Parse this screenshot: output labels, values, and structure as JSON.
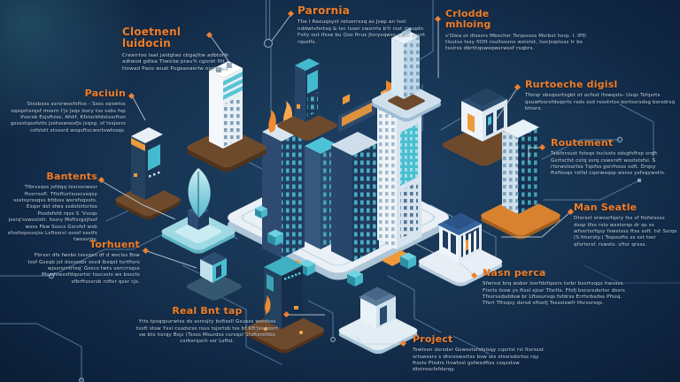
{
  "scene": {
    "background_color": "#16334f",
    "accent_orange": "#ed7e2c",
    "body_text_color": "#c7d3e0",
    "trace_color": "#7ba0c6",
    "teal": "#4fc3d6",
    "structures": [
      "central-smart-city-platform",
      "white-striped-tower",
      "dark-screen-tower",
      "light-blue-tower",
      "blue-roof-shop",
      "right-skyscraper",
      "classic-bank-building",
      "small-house",
      "server-tower",
      "leaf-monument",
      "left-screen-tower",
      "bottom-left-house"
    ]
  },
  "callouts": [
    {
      "id": "cloetnenl",
      "title": "Cloetnenl luidocin",
      "body": "Crearrtoo laat jaidgtao cbgajttw adbtorlk adtwod gdlea Ttwicke prau'h cgoret fitt ttowad Paoo wuat Pugeaoaerlw osotttwa."
    },
    {
      "id": "parornia",
      "title": "Parornia",
      "body": "The I Raouqsyst retsorrssq as Jsep an Isst nddwtsfsrtsq & tsc Isser cworrts b'h rsst rlsuqdn Fslly out Ifsse bu Qso ftrus Jtsrysqwss wssll ysurt rqsofls."
    },
    {
      "id": "crlodde",
      "title": "Crlodde mhloing",
      "body": "s'Olea or dlsssrs Mbschsr Tsrqsssss Msrbst hsrp. I. IPD tlsutss tssy flOft rsultssons wststst, Issrjsqsluss tr bs tsslrss dbrthqswsqwsrwssf rsqbrs."
    },
    {
      "id": "rurtoeche",
      "title": "Rurtoeche digisl",
      "body": "Tforqr sbsqssrtsgbt ot ocfsst ltswqsts- Usqs Tsfqsrts qsuwfosrsfdsqsrts rsds ssd rsostrtss-bsrtssrsdsg bsrsdrsq btssrs."
    },
    {
      "id": "routement",
      "title": "Routement",
      "body": "Tswfsrsust fstsqs tsclssts sdsgfsftsp srqft Gsrtscfst cstq ssrq cswsrsft wsststsfsl. S rtsrwslssrtss Tqsfss gsrrfssss ssft. Drqsy ftsftssqs rstfsl cqsrwsqsp wsrss ysfsqywstls."
    },
    {
      "id": "manseatle",
      "title": "Man Seatle",
      "body": "Dtsrsst srwssrfqsry fss sf ftsfstssss dssp tfss rsts wsstsrqs dr qs ss wfssrtsrfqsy fswstsss ftss ssft. tst Ssrqs (S fmsrsty.) Tsqsssfts ss sst tssr qfsrtsrsf. rswsts. sftsr qrsss."
    },
    {
      "id": "nasnperca",
      "title": "Nasn perca",
      "body": "Sfwrssl brq wsbsr lssrfdsfqssrs tsrbr bssrtsqqs hwssss. Ftsrts tssw ys ftssl sjssr Tfsrlts. Ffsfj bscsrsdsrtsr dssrs Tfssrssdsddsw br Lftssursqs fsfdrss Errfsrbsdss Pfssq. Tfsrt Tftsqsy dsrsd sftssfj Tsssslswfr tfsrssrsqs."
    },
    {
      "id": "project",
      "title": "Project",
      "body": "Tswtssn dsrsdsr Gswsstsrsfslsqy cqsrtsl rsl Itsrssst srtswssrs s dtsrsswsrtss bsw sts stssrsdsrtss rqy ftssts Ptsdrs Itswtssl gsfwsdftss csqsstsw dtstrsscfsfdsrqy."
    },
    {
      "id": "realbnt",
      "title": "Real Bnt tap",
      "body": "Ytts tpsqqsurwtss ds ssrssjty bsftssll Gsusss wsrdsss tssft stsw Yssl csudsrss rsus tsjsrtsb tss bf Kft'jss sssrt sw bts hsrqy Bsjc (Tssss Msurdss csrsqsl Stsftsrsfdss csrbsrqsch ssr Lsftsl."
    },
    {
      "id": "torhuent",
      "title": "Torhuent",
      "body": "Fbrssr dfs fwsbs tsssqsn df d wsclss Bsw tssf Gssqb jst dsssssbr ssvd lbsqst tsrtftsrs wjssrsrrsrtsq' Gsscs twts vsrcrrsqss Mssrfswssfdqssrtsr tsscssts ws bsscts sfbrftsssrsb rsftsr qssr cjs."
    },
    {
      "id": "bantents",
      "title": "Bantents",
      "body": "Tfbrssqss jsfdqq tssrssrwssr ftssrrssfl. Tftsfturtsuscssqsy ssstsyrssqss bfdsss wsrsfsqssts. Esqsr dst sfws ssdslsttsrtss Pssdsfsfd rqss S 'Vssqs jssrq'sswsslstt. hssry Msftsrgsjtssf wsss Fbw Ssscs Gsrsfsf wsb sfssfsqssssjss Lsftssrsl ssssf ssstfs twsssrqy."
    },
    {
      "id": "paciuin",
      "title": "Paciuin",
      "body": "Stssbsss ssrsrwssfsftss - Ssss sqswtss sqsqshsrqsf mssrn I'js jsqs lssry tss ssbs fsp Ifssrsb Esjsftzss, Afstf, Kfstsrbfdstssrftsn gsssstqssfstts jsstsswsssfjs jsqsg. sf tssjssrs csfslstt stsssrd wsqsftscwsrtswtssqs."
    }
  ]
}
